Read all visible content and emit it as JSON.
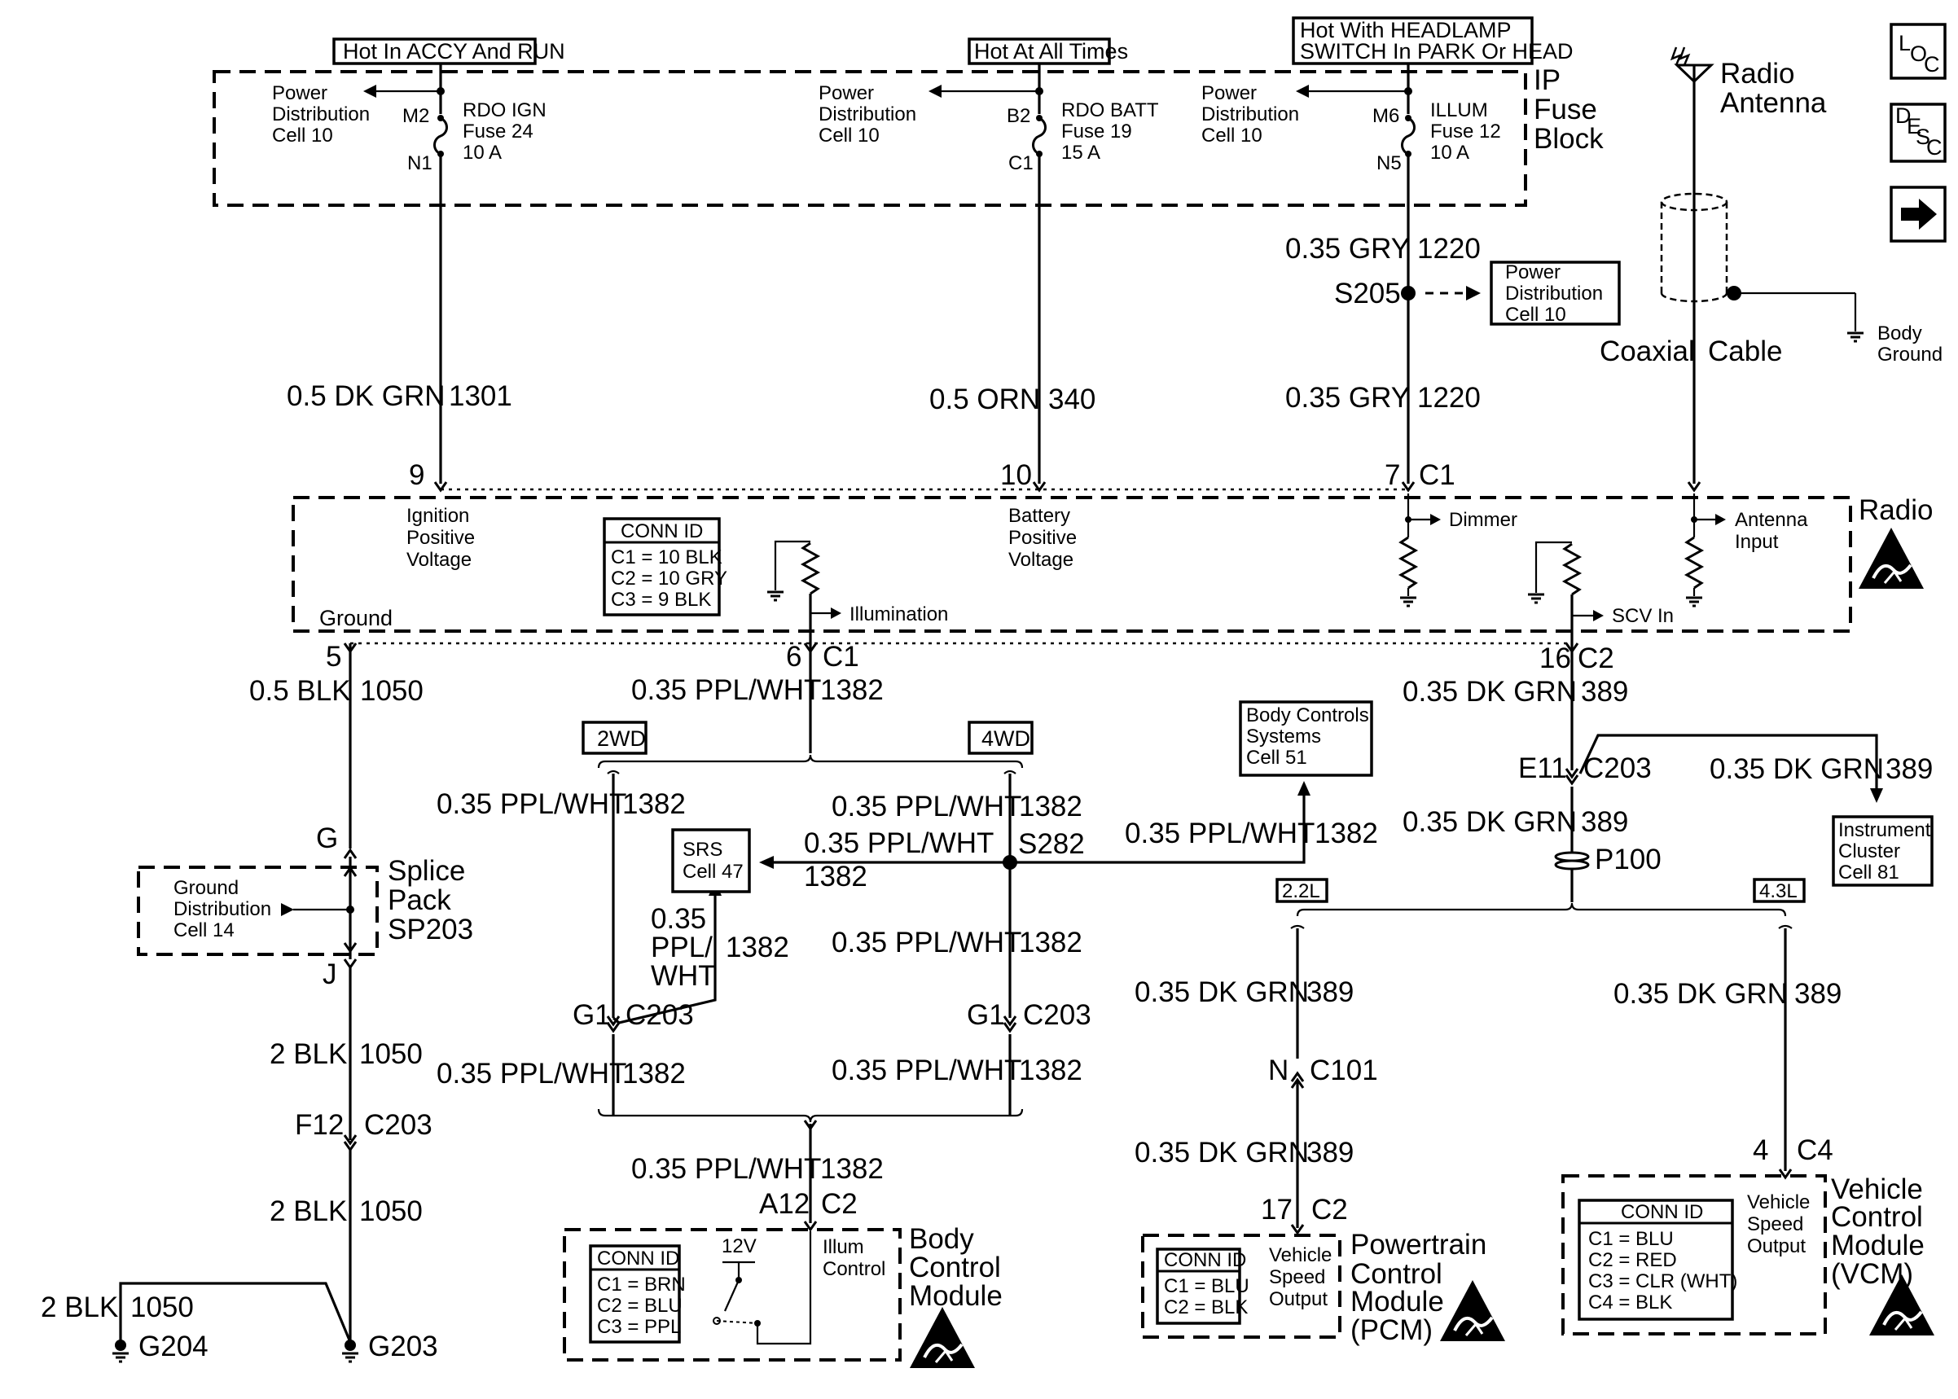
{
  "feeds": {
    "accy_run": "Hot In ACCY And RUN",
    "all_times": "Hot At All Times",
    "headlamp_1": "Hot With HEADLAMP",
    "headlamp_2": "SWITCH In PARK Or HEAD"
  },
  "fuse_block": {
    "title_1": "IP",
    "title_2": "Fuse",
    "title_3": "Block",
    "pd_1": "Power",
    "pd_2": "Distribution",
    "pd_3": "Cell 10",
    "fuse24": {
      "pin_in": "M2",
      "pin_out": "N1",
      "name": "RDO IGN",
      "fuse": "Fuse 24",
      "amps": "10 A"
    },
    "fuse19": {
      "pin_in": "B2",
      "pin_out": "C1",
      "name": "RDO BATT",
      "fuse": "Fuse 19",
      "amps": "15 A"
    },
    "fuse12": {
      "pin_in": "M6",
      "pin_out": "N5",
      "name": "ILLUM",
      "fuse": "Fuse 12",
      "amps": "10 A"
    }
  },
  "wires": {
    "ign_color": "0.5 DK GRN",
    "ign_circuit": "1301",
    "batt_color": "0.5 ORN",
    "batt_circuit": "340",
    "illum_color": "0.35 GRY",
    "illum_circuit": "1220",
    "gnd_05_color": "0.5 BLK",
    "gnd_2_color": "2 BLK",
    "gnd_circuit": "1050",
    "ppl_color": "0.35 PPL/WHT",
    "ppl_1": "0.35",
    "ppl_2": "PPL/",
    "ppl_3": "WHT",
    "ppl_circuit": "1382",
    "dkgrn_color": "0.35 DK GRN",
    "dkgrn_circuit": "389"
  },
  "splices": {
    "s205": "S205",
    "s282": "S282",
    "pd_box_1": "Power",
    "pd_box_2": "Distribution",
    "pd_box_3": "Cell 10"
  },
  "antenna": {
    "name_1": "Radio",
    "name_2": "Antenna",
    "coax_1": "Coaxial",
    "coax_2": "Cable",
    "body_ground_1": "Body",
    "body_ground_2": "Ground"
  },
  "nav": {
    "loc": "LOC",
    "desc": "DESC",
    "arrow": "next-page"
  },
  "radio": {
    "name": "Radio",
    "pin_ign": "9",
    "pin_batt": "10",
    "pin_illum": "7",
    "conn_illum": "C1",
    "ign_1": "Ignition",
    "ign_2": "Positive",
    "ign_3": "Voltage",
    "batt_1": "Battery",
    "batt_2": "Positive",
    "batt_3": "Voltage",
    "dimmer": "Dimmer",
    "ant_1": "Antenna",
    "ant_2": "Input",
    "ground": "Ground",
    "illumination": "Illumination",
    "scv": "SCV In",
    "pin_gnd": "5",
    "pin_ppl": "6",
    "conn_ppl": "C1",
    "pin_scv": "16",
    "conn_scv": "C2",
    "conn_id": {
      "title": "CONN ID",
      "c1": "C1 = 10 BLK",
      "c2": "C2 = 10 GRY",
      "c3": "C3 = 9 BLK"
    }
  },
  "options": {
    "wd2": "2WD",
    "wd4": "4WD",
    "l22": "2.2L",
    "l43": "4.3L"
  },
  "ground_path": {
    "splice_1": "Splice",
    "splice_2": "Pack",
    "splice_3": "SP203",
    "pin_g": "G",
    "pin_j": "J",
    "gd_1": "Ground",
    "gd_2": "Distribution",
    "gd_3": "Cell 14",
    "f12": "F12",
    "c203": "C203",
    "g203": "G203",
    "g204": "G204"
  },
  "connectors": {
    "g1": "G1",
    "c203": "C203",
    "e11": "E11",
    "p100": "P100",
    "n": "N",
    "c101": "C101",
    "a12": "A12",
    "c2": "C2",
    "pin_17": "17",
    "pin_4": "4",
    "c4": "C4"
  },
  "refs": {
    "srs_1": "SRS",
    "srs_2": "Cell 47",
    "bcs_1": "Body Controls",
    "bcs_2": "Systems",
    "bcs_3": "Cell 51",
    "ic_1": "Instrument",
    "ic_2": "Cluster",
    "ic_3": "Cell 81"
  },
  "bcm": {
    "name_1": "Body",
    "name_2": "Control",
    "name_3": "Module",
    "v12": "12V",
    "illum_1": "Illum",
    "illum_2": "Control",
    "conn_id": {
      "title": "CONN ID",
      "c1": "C1 = BRN",
      "c2": "C2 = BLU",
      "c3": "C3 = PPL"
    }
  },
  "pcm": {
    "name_1": "Powertrain",
    "name_2": "Control",
    "name_3": "Module",
    "name_4": "(PCM)",
    "vso_1": "Vehicle",
    "vso_2": "Speed",
    "vso_3": "Output",
    "conn_id": {
      "title": "CONN ID",
      "c1": "C1 = BLU",
      "c2": "C2 = BLK"
    }
  },
  "vcm": {
    "name_1": "Vehicle",
    "name_2": "Control",
    "name_3": "Module",
    "name_4": "(VCM)",
    "vso_1": "Vehicle",
    "vso_2": "Speed",
    "vso_3": "Output",
    "conn_id": {
      "title": "CONN ID",
      "c1": "C1 = BLU",
      "c2": "C2 = RED",
      "c3": "C3 = CLR (WHT)",
      "c4": "C4 = BLK"
    }
  }
}
